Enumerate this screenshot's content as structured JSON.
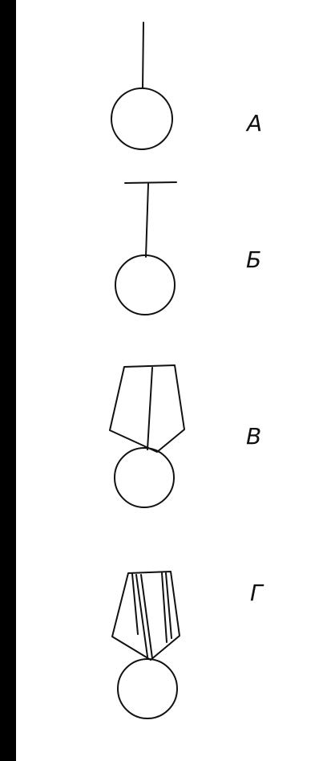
{
  "figures": [
    {
      "id": "medal-a",
      "label": "А"
    },
    {
      "id": "medal-b",
      "label": "Б"
    },
    {
      "id": "medal-v",
      "label": "В"
    },
    {
      "id": "medal-g",
      "label": "Г"
    }
  ],
  "colors": {
    "ink": "#111111",
    "paper": "#ffffff",
    "border": "#000000"
  }
}
